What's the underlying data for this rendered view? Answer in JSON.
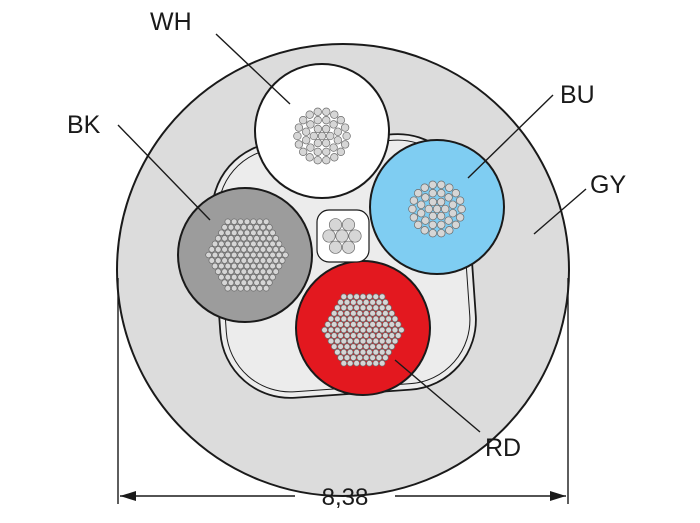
{
  "labels": {
    "wh": "WH",
    "bu": "BU",
    "bk": "BK",
    "gy": "GY",
    "rd": "RD"
  },
  "dimension": "8,38",
  "colors": {
    "jacket": "#dcdcdc",
    "filler": "#ececec",
    "wh": "#ffffff",
    "bu": "#7fcdf2",
    "bk": "#9c9c9c",
    "rd": "#e3181f",
    "strand": "#d6d6d6",
    "outline": "#1a1a1a"
  }
}
